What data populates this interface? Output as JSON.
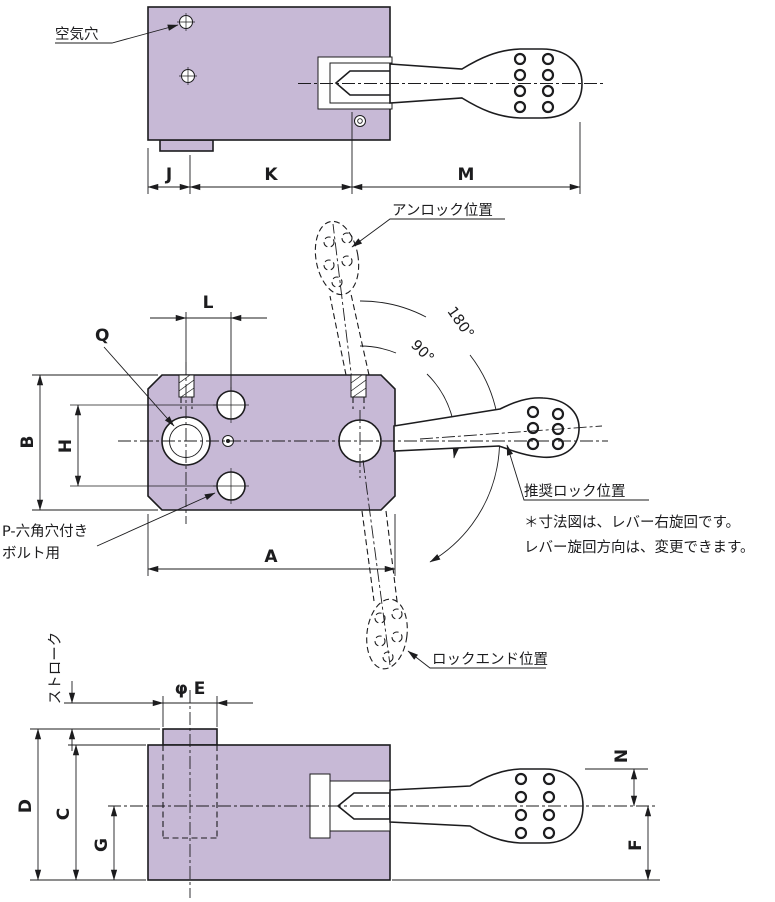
{
  "drawing": {
    "type": "technical-dimension-drawing",
    "subject": "lever-clamp-three-views",
    "colors": {
      "body_fill": "#c7b9d6",
      "line": "#1c1c1e",
      "background": "#ffffff"
    }
  },
  "annotations": {
    "air_hole": "空気穴",
    "unlock_position": "アンロック位置",
    "angle_180": "180°",
    "angle_90": "90°",
    "recommended_lock_position": "推奨ロック位置",
    "note_line1": "＊寸法図は、レバー右旋回です。",
    "note_line2": "レバー旋回方向は、変更できます。",
    "p_bolt_line1": "P-六角穴付き",
    "p_bolt_line2": "ボルト用",
    "lock_end_position": "ロックエンド位置",
    "stroke": "ストローク"
  },
  "dimensions": {
    "J": "J",
    "K": "K",
    "M": "M",
    "L": "L",
    "Q": "Q",
    "B": "B",
    "H": "H",
    "A": "A",
    "phi_E": "φ E",
    "D": "D",
    "C": "C",
    "G": "G",
    "N": "N",
    "F": "F"
  }
}
